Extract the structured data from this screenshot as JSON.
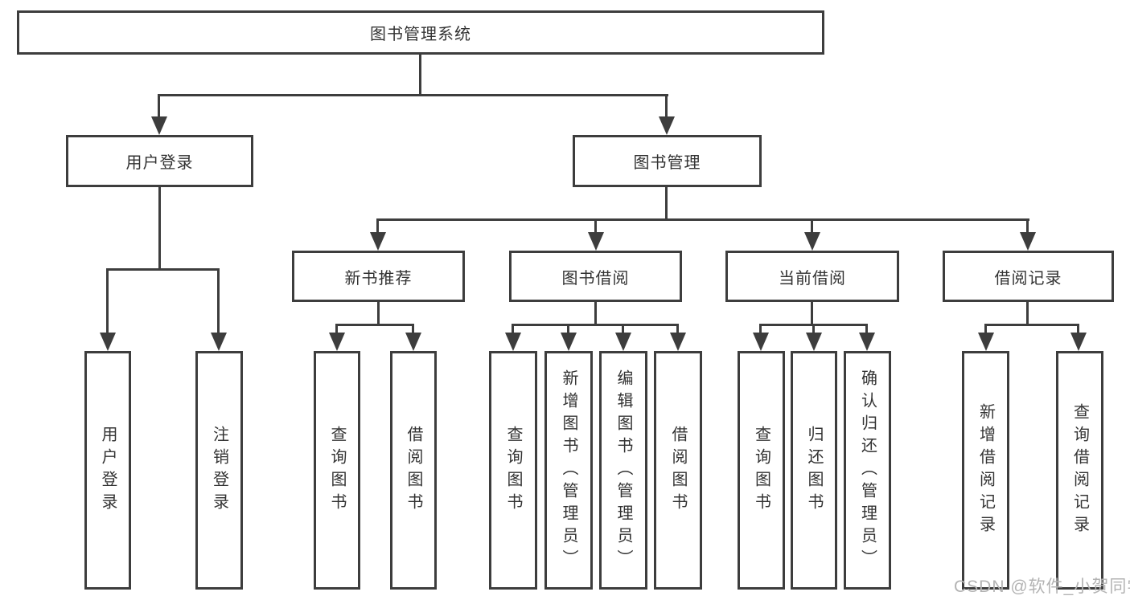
{
  "tree": {
    "root": {
      "label": "图书管理系统",
      "children": [
        {
          "label": "用户登录",
          "children": [
            {
              "label": "用户登录"
            },
            {
              "label": "注销登录"
            }
          ]
        },
        {
          "label": "图书管理",
          "children": [
            {
              "label": "新书推荐",
              "children": [
                {
                  "label": "查询图书"
                },
                {
                  "label": "借阅图书"
                }
              ]
            },
            {
              "label": "图书借阅",
              "children": [
                {
                  "label": "查询图书"
                },
                {
                  "label": "新增图书（管理员）"
                },
                {
                  "label": "编辑图书（管理员）"
                },
                {
                  "label": "借阅图书"
                }
              ]
            },
            {
              "label": "当前借阅",
              "children": [
                {
                  "label": "查询图书"
                },
                {
                  "label": "归还图书"
                },
                {
                  "label": "确认归还（管理员）"
                }
              ]
            },
            {
              "label": "借阅记录",
              "children": [
                {
                  "label": "新增借阅记录"
                },
                {
                  "label": "查询借阅记录"
                }
              ]
            }
          ]
        }
      ]
    }
  },
  "watermark": {
    "text": "CSDN @软件_小贺同学",
    "color": "#b3b3b3"
  },
  "colors": {
    "line": "#3d3d3d",
    "text": "#333333",
    "background": "#ffffff"
  }
}
